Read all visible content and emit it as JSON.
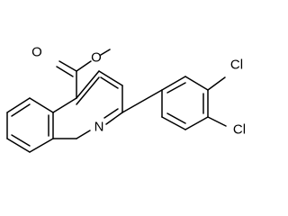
{
  "structure": {
    "atoms": {
      "ester_oxygen": "O",
      "carbonyl_oxygen": "O",
      "ring_nitrogen": "N",
      "chlorine_3": "Cl",
      "chlorine_4": "Cl"
    }
  }
}
